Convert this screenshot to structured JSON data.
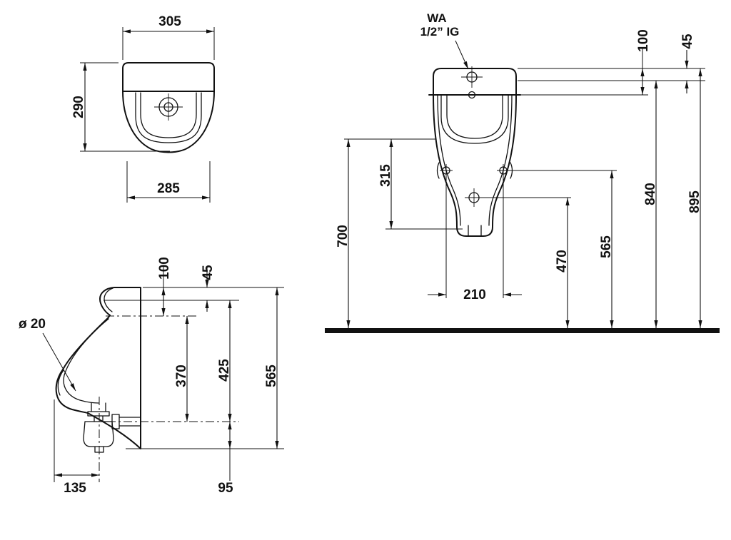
{
  "colors": {
    "line": "#111111",
    "background": "#ffffff",
    "ground": "#111111"
  },
  "top_view": {
    "width": "305",
    "depth": "290",
    "bowl_width": "285"
  },
  "side_view": {
    "top_to_rim": "100",
    "top_to_lip": "45",
    "spigot_diameter": "ø 20",
    "rim_to_trap": "370",
    "lip_to_trap": "425",
    "height": "565",
    "front_to_trap": "135",
    "trap_to_bottom": "95"
  },
  "front_view": {
    "inlet_label_1": "WA",
    "inlet_label_2": "1/2” IG",
    "top_to_rim": "100",
    "top_to_inlet": "45",
    "rim_to_bottom": "315",
    "rim_height": "700",
    "outlet_spacing": "210",
    "drain_height": "470",
    "fixing_height": "565",
    "inlet_height": "840",
    "overall_height": "895"
  }
}
